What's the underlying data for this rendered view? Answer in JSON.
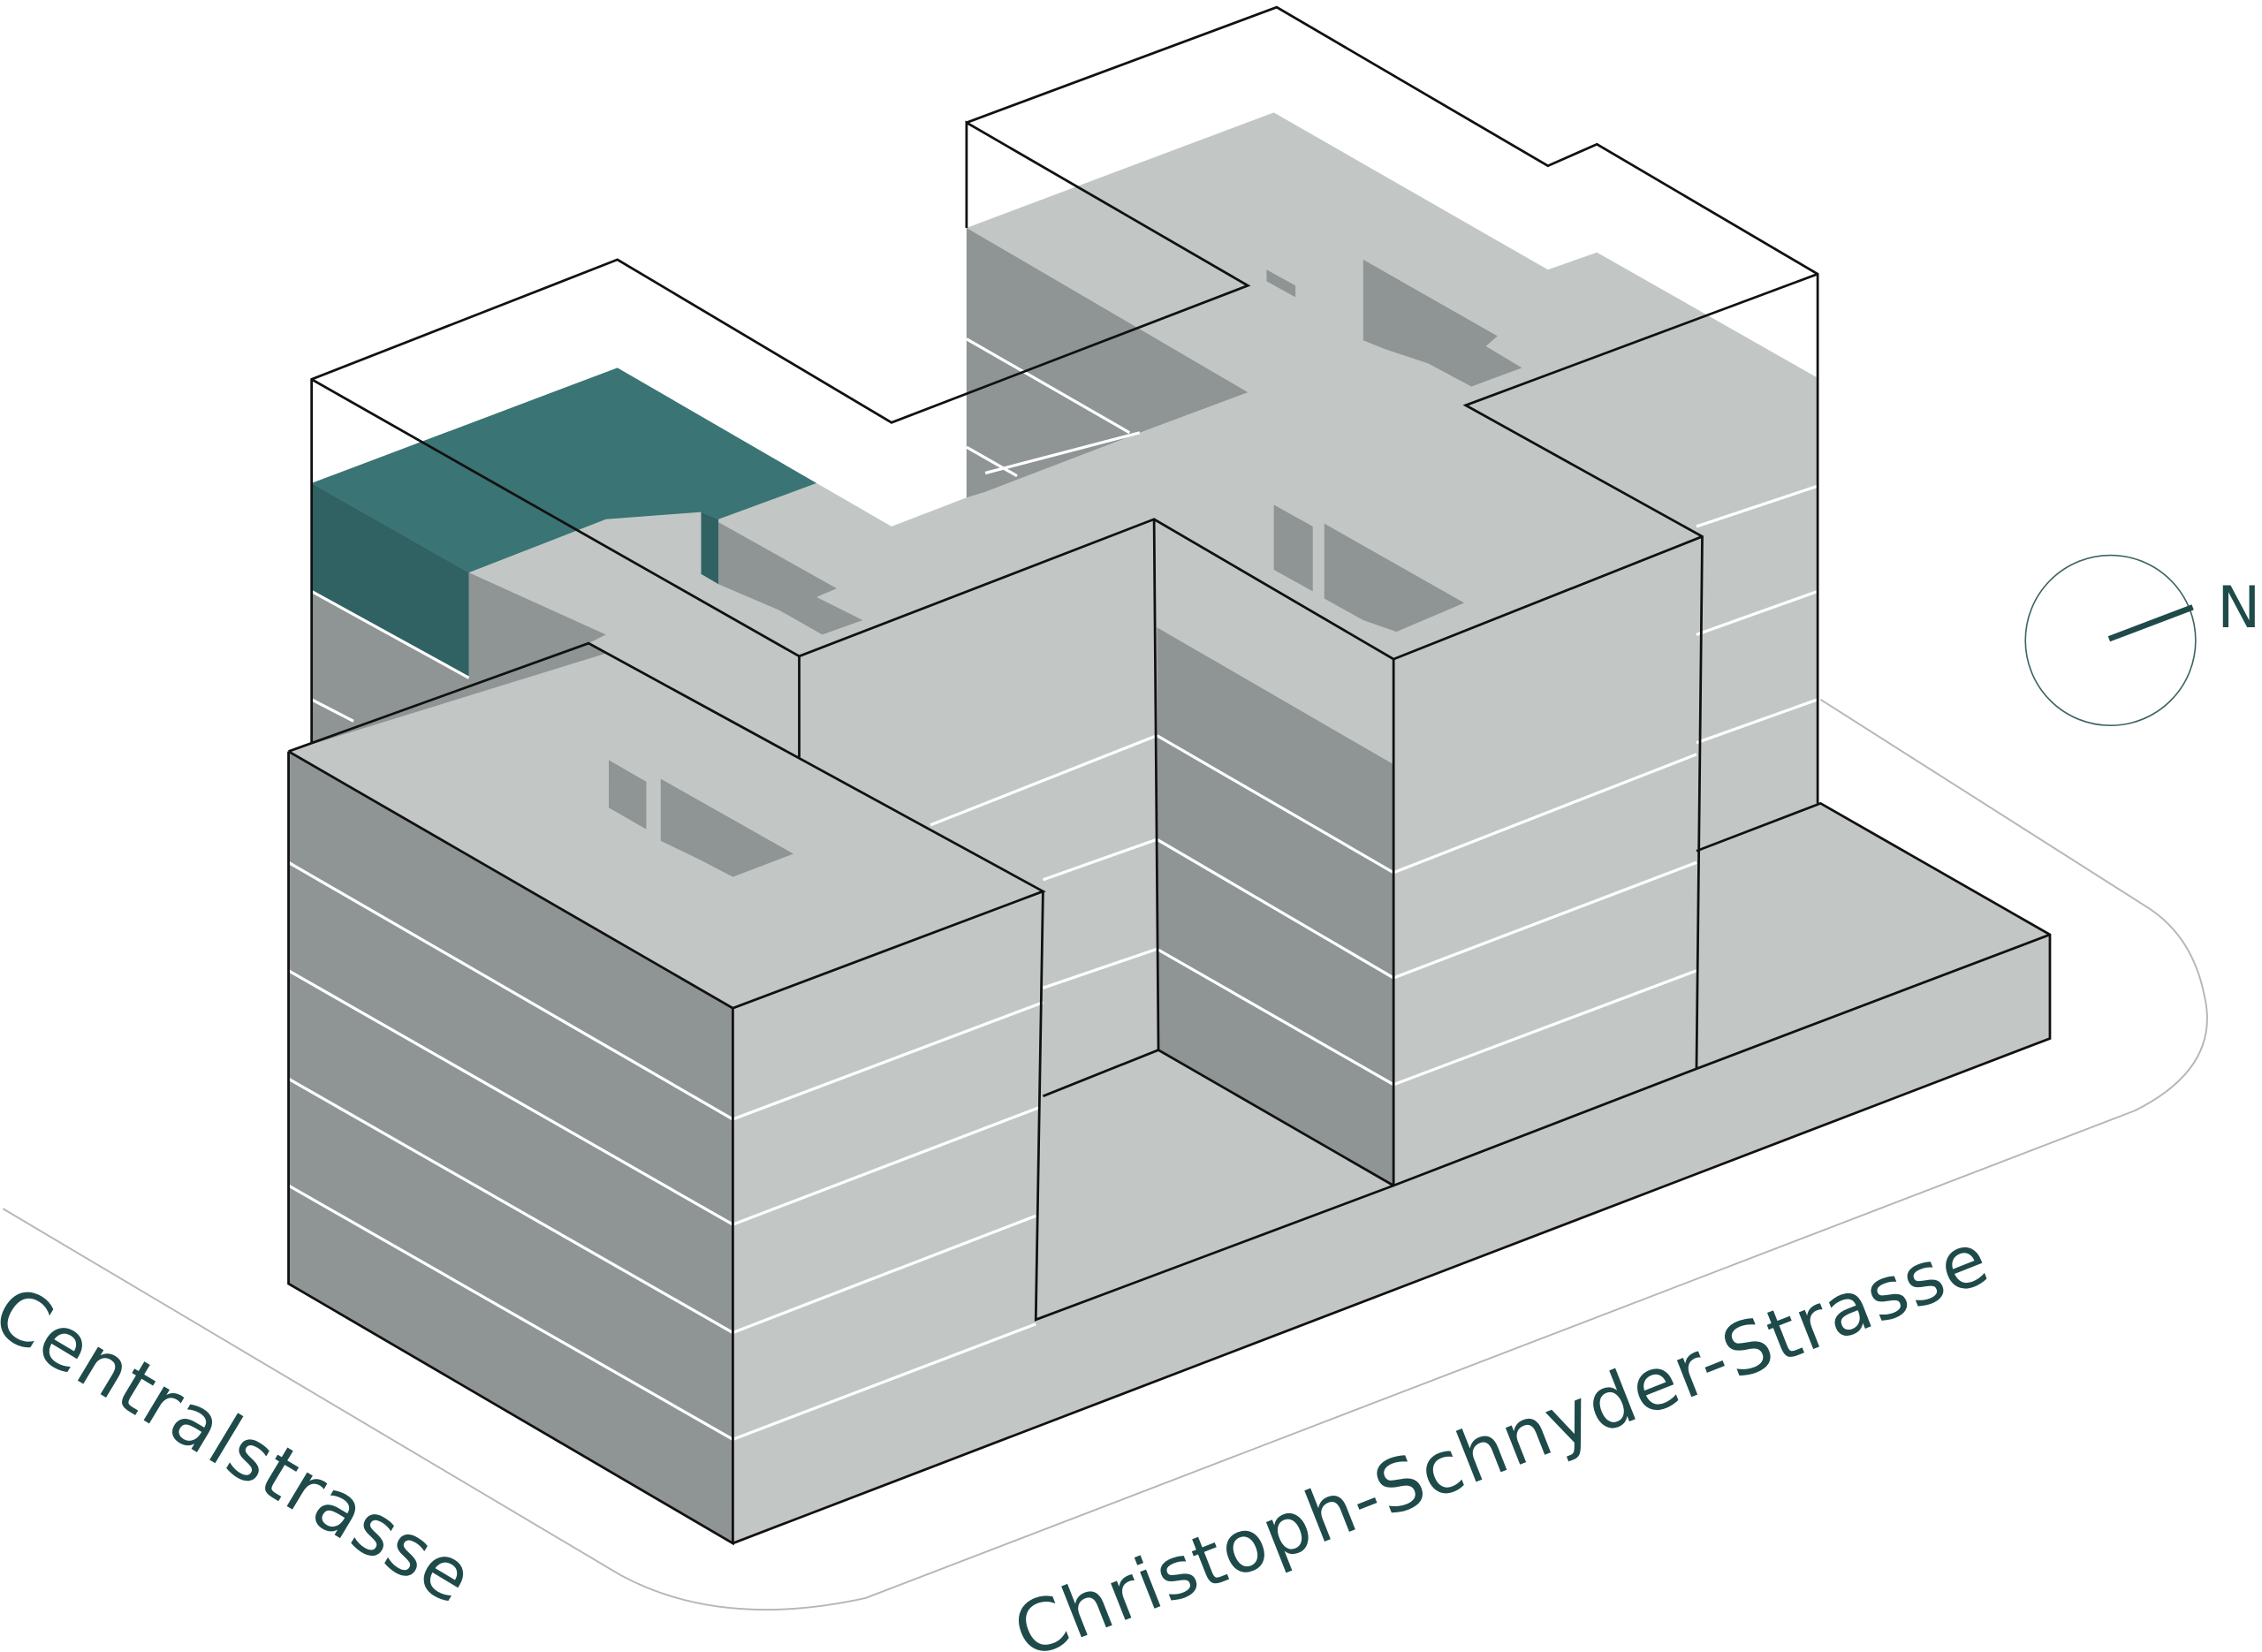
{
  "streets": {
    "left": "Centralstrasse",
    "right": "Christoph-Schnyder-Strasse"
  },
  "compass": {
    "label": "N",
    "icon": "north-arrow-icon"
  },
  "colors": {
    "highlight": "#3a7475",
    "highlight_dark": "#306264",
    "light_face": "#c2c7c6",
    "dark_face": "#8f9494",
    "text": "#1f4a4a"
  }
}
